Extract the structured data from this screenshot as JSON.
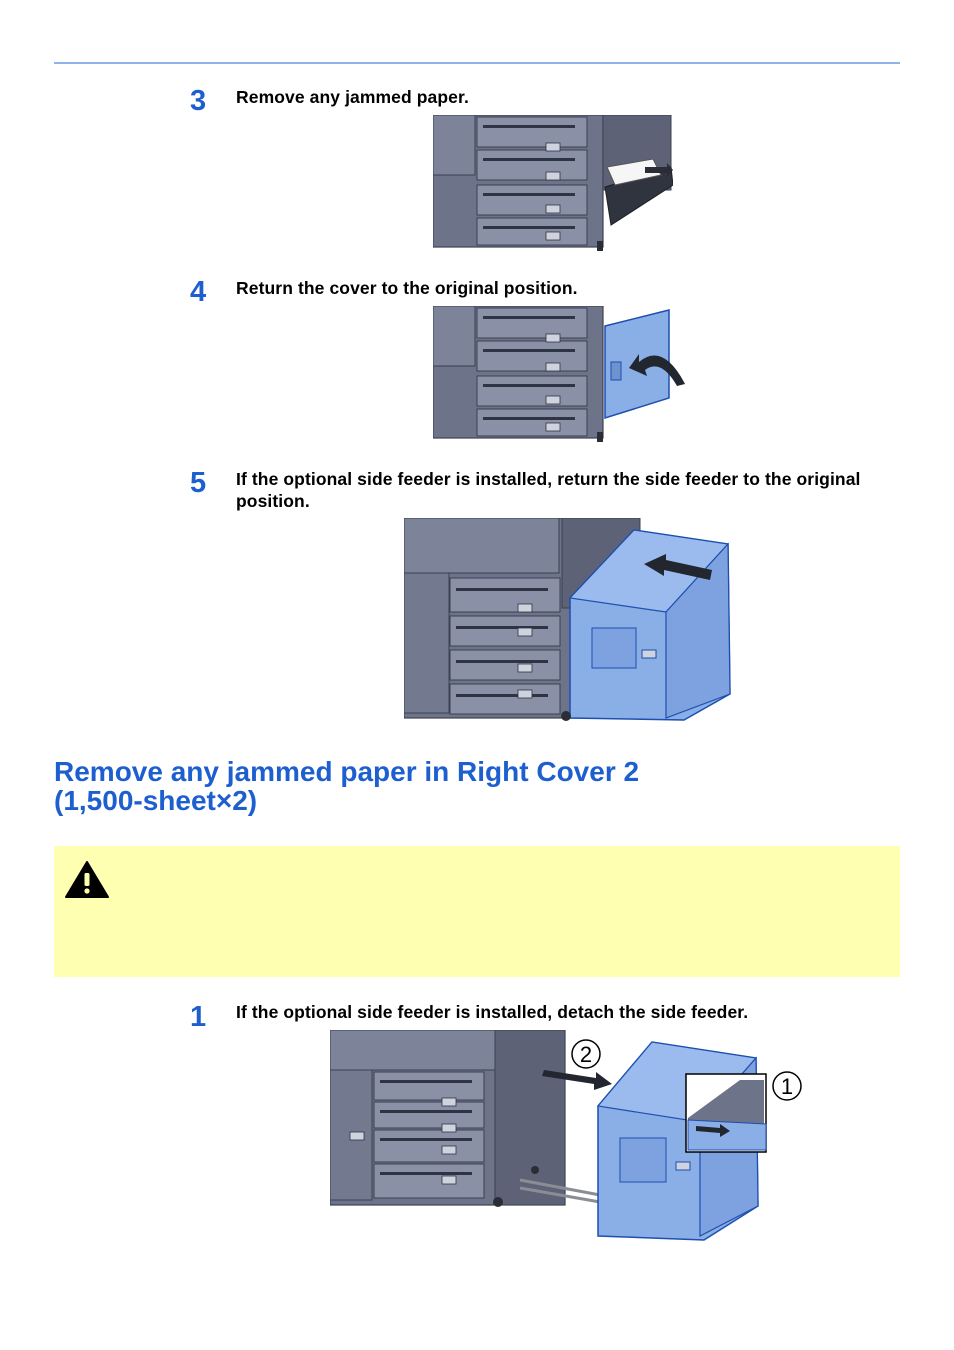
{
  "steps": {
    "step3": {
      "number": "3",
      "text": "Remove any jammed paper."
    },
    "step4": {
      "number": "4",
      "text": "Return the cover to the original position."
    },
    "step5": {
      "number": "5",
      "text": "If the optional side feeder is installed, return the side feeder to the original position."
    }
  },
  "section": {
    "heading_line1": "Remove any jammed paper in Right Cover 2",
    "heading_line2": "(1,500-sheet×2)"
  },
  "caution": {
    "icon": "warning-triangle-icon"
  },
  "step1": {
    "number": "1",
    "text": "If the optional side feeder is installed, detach the side feeder."
  },
  "figure_callouts": {
    "callout_1": "1",
    "callout_2": "2"
  },
  "colors": {
    "accent": "#1d5fcf",
    "rule": "#8fb4ea",
    "caution_bg": "#ffffb2",
    "highlight_blue": "#8aaee6",
    "machine_gray": "#6d7389"
  }
}
